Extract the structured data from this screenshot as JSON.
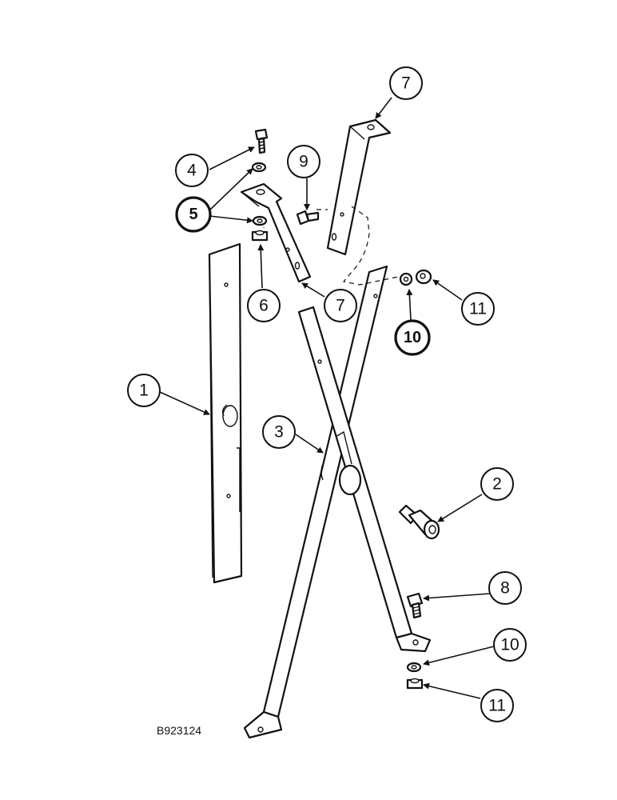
{
  "figure_code": "B923124",
  "callouts": [
    {
      "id": "c1",
      "label": "1",
      "bold": false
    },
    {
      "id": "c2",
      "label": "2",
      "bold": false
    },
    {
      "id": "c3",
      "label": "3",
      "bold": false
    },
    {
      "id": "c4",
      "label": "4",
      "bold": false
    },
    {
      "id": "c5",
      "label": "5",
      "bold": true
    },
    {
      "id": "c6",
      "label": "6",
      "bold": false
    },
    {
      "id": "c7a",
      "label": "7",
      "bold": false
    },
    {
      "id": "c7b",
      "label": "7",
      "bold": false
    },
    {
      "id": "c8",
      "label": "8",
      "bold": false
    },
    {
      "id": "c9",
      "label": "9",
      "bold": false
    },
    {
      "id": "c10a",
      "label": "10",
      "bold": true
    },
    {
      "id": "c10b",
      "label": "10",
      "bold": false
    },
    {
      "id": "c11a",
      "label": "11",
      "bold": false
    },
    {
      "id": "c11b",
      "label": "11",
      "bold": false
    }
  ]
}
